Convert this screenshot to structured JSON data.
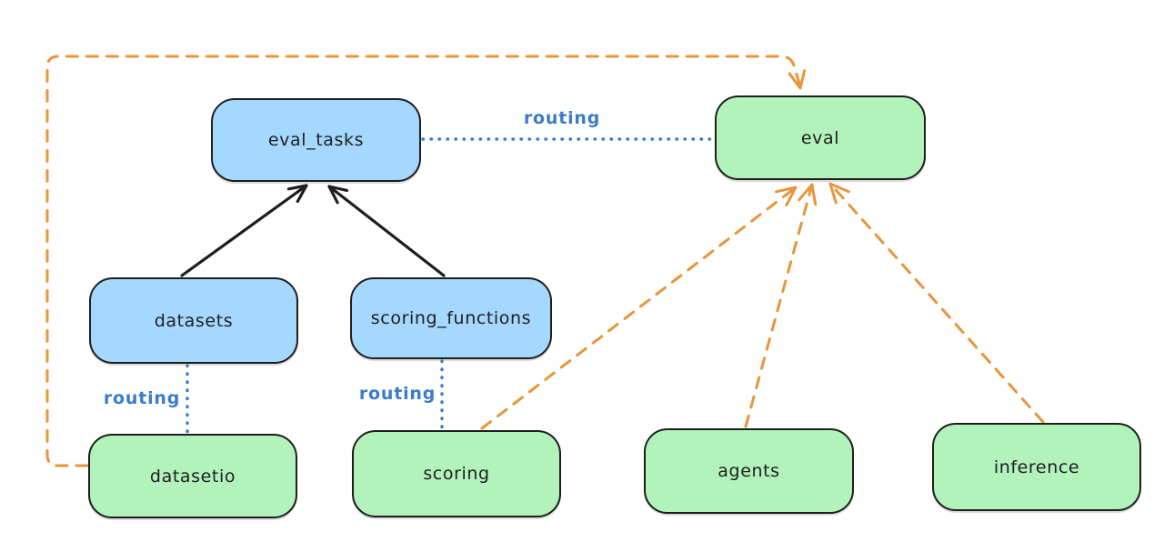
{
  "diagram": {
    "nodes": [
      {
        "id": "eval_tasks",
        "label": "eval_tasks",
        "kind": "registry-blue",
        "fill": "#a5d8ff"
      },
      {
        "id": "eval",
        "label": "eval",
        "kind": "provider-green",
        "fill": "#b2f2bb"
      },
      {
        "id": "datasets",
        "label": "datasets",
        "kind": "registry-blue",
        "fill": "#a5d8ff"
      },
      {
        "id": "scoring_functions",
        "label": "scoring_functions",
        "kind": "registry-blue",
        "fill": "#a5d8ff"
      },
      {
        "id": "datasetio",
        "label": "datasetio",
        "kind": "provider-green",
        "fill": "#b2f2bb"
      },
      {
        "id": "scoring",
        "label": "scoring",
        "kind": "provider-green",
        "fill": "#b2f2bb"
      },
      {
        "id": "agents",
        "label": "agents",
        "kind": "provider-green",
        "fill": "#b2f2bb"
      },
      {
        "id": "inference",
        "label": "inference",
        "kind": "provider-green",
        "fill": "#b2f2bb"
      }
    ],
    "edges": [
      {
        "from": "datasets",
        "to": "eval_tasks",
        "style": "solid",
        "color": "#1e1e1e",
        "label": ""
      },
      {
        "from": "scoring_functions",
        "to": "eval_tasks",
        "style": "solid",
        "color": "#1e1e1e",
        "label": ""
      },
      {
        "from": "eval_tasks",
        "to": "eval",
        "style": "dotted",
        "color": "#3b7cc9",
        "label": "routing"
      },
      {
        "from": "datasets",
        "to": "datasetio",
        "style": "dotted",
        "color": "#3b7cc9",
        "label": "routing"
      },
      {
        "from": "scoring_functions",
        "to": "scoring",
        "style": "dotted",
        "color": "#3b7cc9",
        "label": "routing"
      },
      {
        "from": "datasetio",
        "to": "eval",
        "style": "dashed",
        "color": "#e8953c",
        "label": ""
      },
      {
        "from": "scoring",
        "to": "eval",
        "style": "dashed",
        "color": "#e8953c",
        "label": ""
      },
      {
        "from": "agents",
        "to": "eval",
        "style": "dashed",
        "color": "#e8953c",
        "label": ""
      },
      {
        "from": "inference",
        "to": "eval",
        "style": "dashed",
        "color": "#e8953c",
        "label": ""
      }
    ],
    "colors": {
      "node_fill_blue": "#a5d8ff",
      "node_fill_green": "#b2f2bb",
      "node_border": "#1e1e1e",
      "edge_black": "#1e1e1e",
      "edge_blue": "#3b7cc9",
      "edge_orange": "#e8953c",
      "background": "#ffffff"
    }
  }
}
